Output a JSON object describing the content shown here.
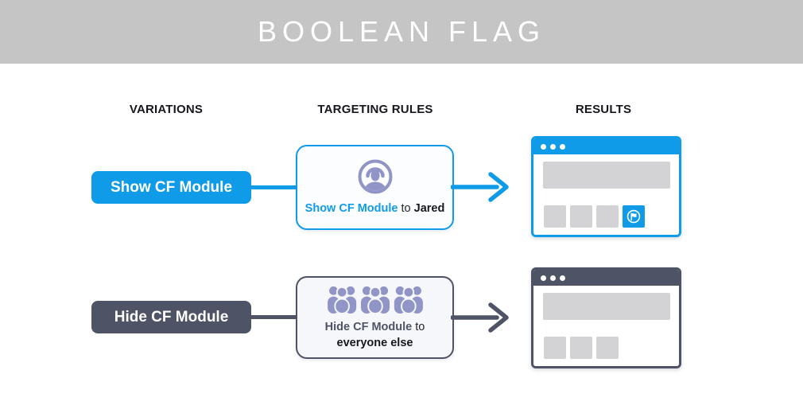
{
  "header": {
    "title": "BOOLEAN FLAG"
  },
  "column_headers": {
    "variations": "VARIATIONS",
    "targeting": "TARGETING RULES",
    "results": "RESULTS"
  },
  "rows": [
    {
      "variation": "Show CF Module",
      "rule": {
        "icon": "user-circle-icon",
        "action": "Show CF Module",
        "connector": " to ",
        "audience": "Jared"
      },
      "result": {
        "window": "browser-with-flag-module",
        "placeholder_modules": 3,
        "flag_module_visible": true
      }
    },
    {
      "variation": "Hide CF Module",
      "rule": {
        "icon": "crowd-icon",
        "action": "Hide CF Module",
        "connector": " to ",
        "audience": "everyone else"
      },
      "result": {
        "window": "browser-without-flag-module",
        "placeholder_modules": 3,
        "flag_module_visible": false
      }
    }
  ],
  "colors": {
    "accent_blue": "#0f9be8",
    "dark_slate": "#4e5365",
    "icon_purple": "#9094c6",
    "placeholder_gray": "#d3d3d5",
    "header_gray": "#c5c5c5"
  }
}
